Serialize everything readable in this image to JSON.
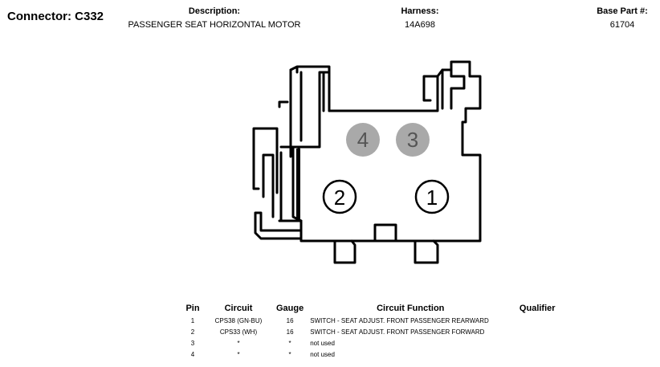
{
  "header": {
    "connector_label": "Connector: C332",
    "description_label": "Description:",
    "description_value": "PASSENGER SEAT HORIZONTAL MOTOR",
    "harness_label": "Harness:",
    "harness_value": "14A698",
    "base_part_label": "Base Part #:",
    "base_part_value": "61704"
  },
  "diagram": {
    "pins": [
      {
        "label": "4",
        "used": false
      },
      {
        "label": "3",
        "used": false
      },
      {
        "label": "2",
        "used": true
      },
      {
        "label": "1",
        "used": true
      }
    ],
    "colors": {
      "outline": "#000000",
      "unused_pin_fill": "#a9a9a9",
      "unused_pin_text": "#555555"
    }
  },
  "table": {
    "headers": [
      "Pin",
      "Circuit",
      "Gauge",
      "Circuit Function",
      "Qualifier"
    ],
    "rows": [
      {
        "pin": "1",
        "circuit": "CPS38 (GN-BU)",
        "gauge": "16",
        "function": "SWITCH - SEAT ADJUST. FRONT PASSENGER REARWARD",
        "qualifier": ""
      },
      {
        "pin": "2",
        "circuit": "CPS33 (WH)",
        "gauge": "16",
        "function": "SWITCH - SEAT ADJUST. FRONT PASSENGER FORWARD",
        "qualifier": ""
      },
      {
        "pin": "3",
        "circuit": "*",
        "gauge": "*",
        "function": "not used",
        "qualifier": ""
      },
      {
        "pin": "4",
        "circuit": "*",
        "gauge": "*",
        "function": "not used",
        "qualifier": ""
      }
    ]
  }
}
